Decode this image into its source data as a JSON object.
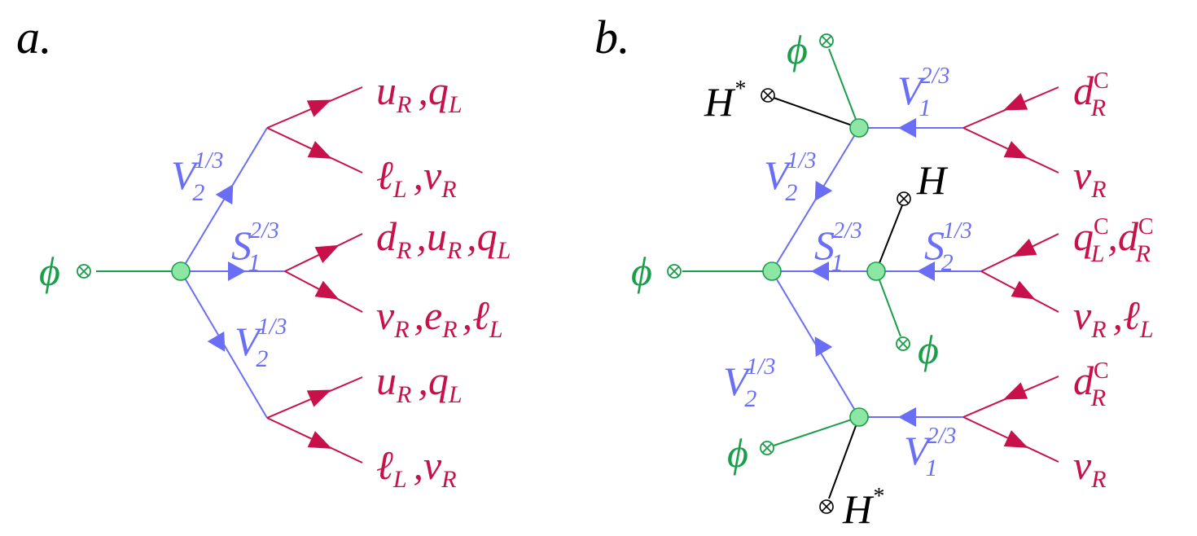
{
  "colors": {
    "scalar": "#1a9e4a",
    "vector": "#6a6ef5",
    "fermion": "#c8104a",
    "higgs": "#000000",
    "vertex_fill": "#8ee6a4"
  },
  "icons": {
    "insertion": "circled-times-icon",
    "vertex": "circle-node-icon",
    "arrow": "arrowhead-icon"
  },
  "panel_a": {
    "label": "a.",
    "source_field": "ϕ",
    "upper_boson": {
      "base": "V",
      "sub": "2",
      "sup": "1/3"
    },
    "middle_boson": {
      "base": "S",
      "sub": "1",
      "sup": "2/3"
    },
    "lower_boson": {
      "base": "V",
      "sub": "2",
      "sup": "1/3"
    },
    "fermions": {
      "top_1": {
        "p1": "u",
        "s1": "R",
        "sep": ",",
        "p2": "q",
        "s2": "L"
      },
      "top_2": {
        "p1": "ℓ",
        "s1": "L",
        "sep": ",",
        "p2": "ν",
        "s2": "R"
      },
      "mid_1": {
        "p1": "d",
        "s1": "R",
        "sep1": ",",
        "p2": "u",
        "s2": "R",
        "sep2": ",",
        "p3": "q",
        "s3": "L"
      },
      "mid_2": {
        "p1": "ν",
        "s1": "R",
        "sep1": ",",
        "p2": "e",
        "s2": "R",
        "sep2": ",",
        "p3": "ℓ",
        "s3": "L"
      },
      "bot_1": {
        "p1": "u",
        "s1": "R",
        "sep": ",",
        "p2": "q",
        "s2": "L"
      },
      "bot_2": {
        "p1": "ℓ",
        "s1": "L",
        "sep": ",",
        "p2": "ν",
        "s2": "R"
      }
    }
  },
  "panel_b": {
    "label": "b.",
    "source_field": "ϕ",
    "top_phi": "ϕ",
    "top_higgs": {
      "base": "H",
      "sup": "*"
    },
    "mid_higgs": "H",
    "mid_phi": "ϕ",
    "bot_phi": "ϕ",
    "bot_higgs": {
      "base": "H",
      "sup": "*"
    },
    "upper_vector_top": {
      "base": "V",
      "sub": "1",
      "sup": "2/3"
    },
    "upper_vector_diag": {
      "base": "V",
      "sub": "2",
      "sup": "1/3"
    },
    "middle_scalar_1": {
      "base": "S",
      "sub": "1",
      "sup": "2/3"
    },
    "middle_scalar_2": {
      "base": "S",
      "sub": "2",
      "sup": "1/3"
    },
    "lower_vector_diag": {
      "base": "V",
      "sub": "2",
      "sup": "1/3"
    },
    "lower_vector_bot": {
      "base": "V",
      "sub": "1",
      "sup": "2/3"
    },
    "fermions": {
      "top_1": {
        "p1": "d",
        "s1": "R",
        "sup1": "C"
      },
      "top_2": {
        "p1": "ν",
        "s1": "R"
      },
      "mid_1": {
        "p1": "q",
        "s1": "L",
        "sup1": "C",
        "sep": ",",
        "p2": "d",
        "s2": "R",
        "sup2": "C"
      },
      "mid_2": {
        "p1": "ν",
        "s1": "R",
        "sep": ",",
        "p2": "ℓ",
        "s2": "L"
      },
      "bot_1": {
        "p1": "d",
        "s1": "R",
        "sup1": "C"
      },
      "bot_2": {
        "p1": "ν",
        "s1": "R"
      }
    }
  }
}
